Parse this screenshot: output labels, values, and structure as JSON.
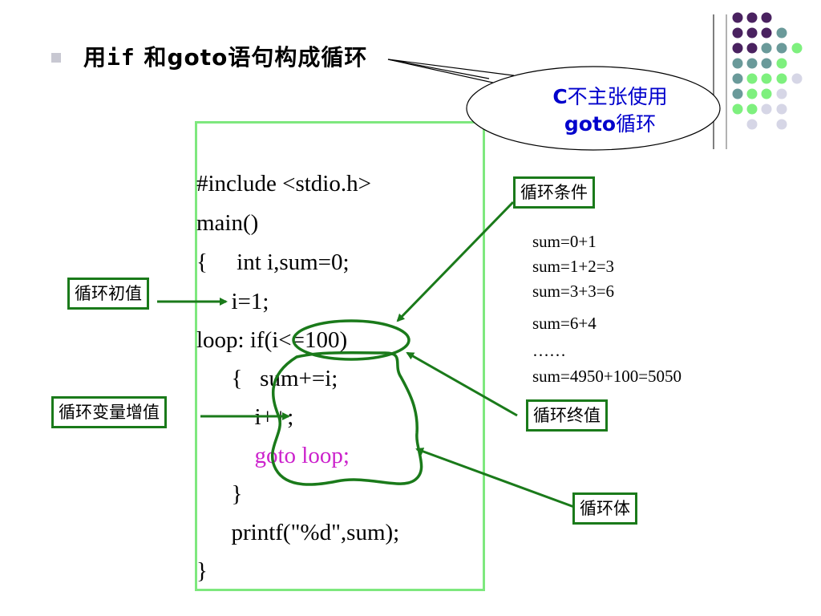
{
  "title": {
    "prefix": "用",
    "keyword_if": "if",
    "middle": " 和",
    "keyword_goto": "goto",
    "suffix": "语句构成循环"
  },
  "bubble": {
    "line1_latin": "C",
    "line1_rest": "不主张使用",
    "line2_latin": "goto",
    "line2_rest": "循环"
  },
  "code": [
    "#include <stdio.h>",
    "main()",
    "{     int i,sum=0;",
    "      i=1;",
    "loop: if(i<=100)",
    "      {   sum+=i;",
    "          i++;",
    "          goto loop;",
    "      }",
    "      printf(\"%d\",sum);",
    "}"
  ],
  "labels": {
    "condition": "循环条件",
    "init": "循环初值",
    "increment": "循环变量增值",
    "final": "循环终值",
    "body": "循环体"
  },
  "sum_trace": [
    "sum=0+1",
    "sum=1+2=3",
    "sum=3+3=6",
    "sum=6+4",
    "……",
    "sum=4950+100=5050"
  ],
  "colors": {
    "frame": "#7ee87e",
    "label_border": "#1a7a1a",
    "arrow": "#1a7a1a",
    "goto_text": "#cc22cc",
    "bubble_text": "#0000cc",
    "dot_purple": "#4a2260",
    "dot_teal": "#6a9a9a",
    "dot_green": "#7ef07e",
    "dot_lavender": "#d6d6e6"
  }
}
